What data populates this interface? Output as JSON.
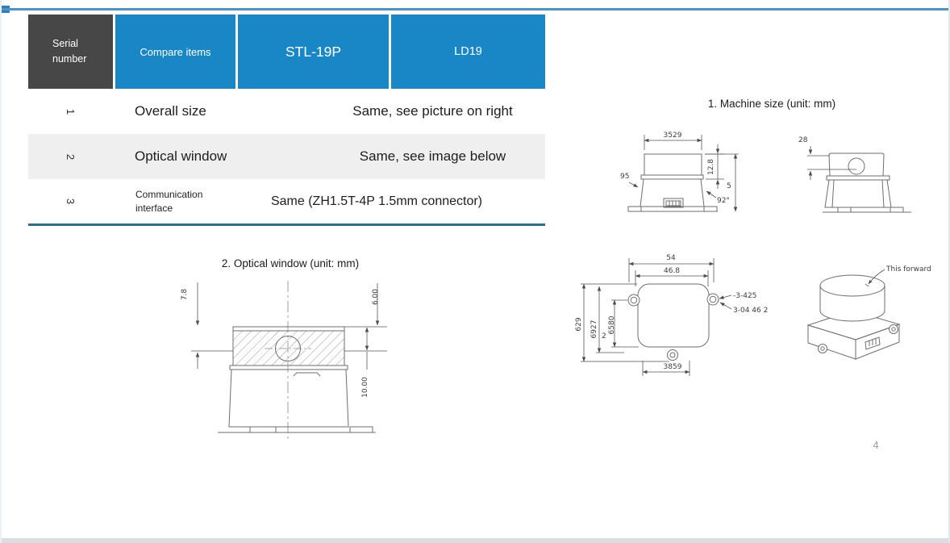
{
  "colors": {
    "header_blue": "#1987c5",
    "header_dark": "#474747",
    "row_alt_bg": "#efefef",
    "table_underline_teal": "#27718f",
    "top_bar_blue": "#4a94c6",
    "page_frame_gray": "#d9dee3",
    "drawing_ink": "#6e6e6e",
    "page_number_gray": "#959da5"
  },
  "table": {
    "headers": {
      "serial": "Serial number",
      "compare": "Compare items",
      "col_a": "STL-19P",
      "col_b": "LD19"
    },
    "rows": [
      {
        "num": "1",
        "item": "Overall size",
        "value": "Same, see picture on right"
      },
      {
        "num": "2",
        "item": "Optical window",
        "value": "Same, see image below"
      },
      {
        "num": "3",
        "item": "Communication interface",
        "value": "Same (ZH1.5T-4P 1.5mm connector)"
      }
    ]
  },
  "machine_size": {
    "title": "1. Machine size (unit: mm)",
    "side_view": {
      "width_top": "3529",
      "label_large": "95",
      "cap_height": "12.8",
      "right_small": "5",
      "angle": "92°"
    },
    "rear_view": {
      "top_left": "28"
    },
    "top_view": {
      "width_outer": "54",
      "width_inner": "46.8",
      "height_outer": "629",
      "height_mid": "6927",
      "height_inner": "6580",
      "label_large": "2",
      "width_bottom": "3859",
      "note_1": "-3-425",
      "note_2": "3-04 46 2"
    },
    "iso_view": {
      "callout": "This forward"
    }
  },
  "optical_window": {
    "title": "2. Optical window (unit: mm)",
    "dims": {
      "left_top": "7.8",
      "right_top": "6.00",
      "right_mid": "10.00"
    }
  },
  "footer": {
    "page_number": "4"
  }
}
